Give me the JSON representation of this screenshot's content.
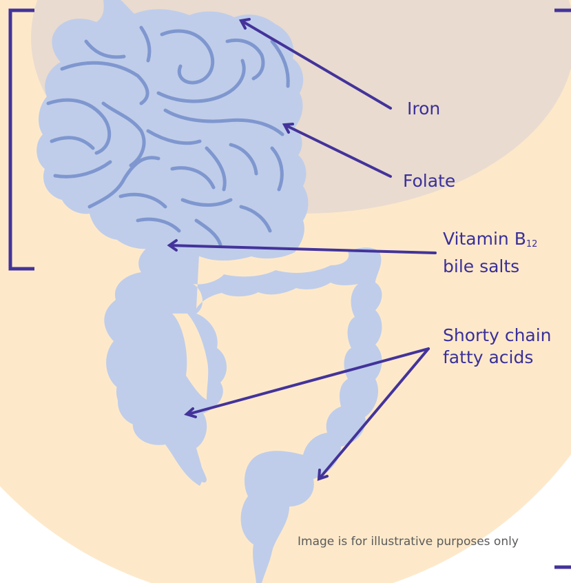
{
  "colors": {
    "background_disc": "#fde9ca",
    "upper_shade": "#e9dbcf",
    "organ": "#bfcdea",
    "organ_outline": "#7f97cf",
    "arrow": "#43339a",
    "label_text": "#3a2f99",
    "footnote_text": "#5a5a5a"
  },
  "labels": {
    "iron": "Iron",
    "folate": "Folate",
    "vitamin_b12_prefix": "Vitamin B",
    "vitamin_b12_subscript": "12",
    "bile_salts": "bile salts",
    "scfa_line1": "Shorty chain",
    "scfa_line2": "fatty acids"
  },
  "footnote": "Image is for illustrative purposes only"
}
